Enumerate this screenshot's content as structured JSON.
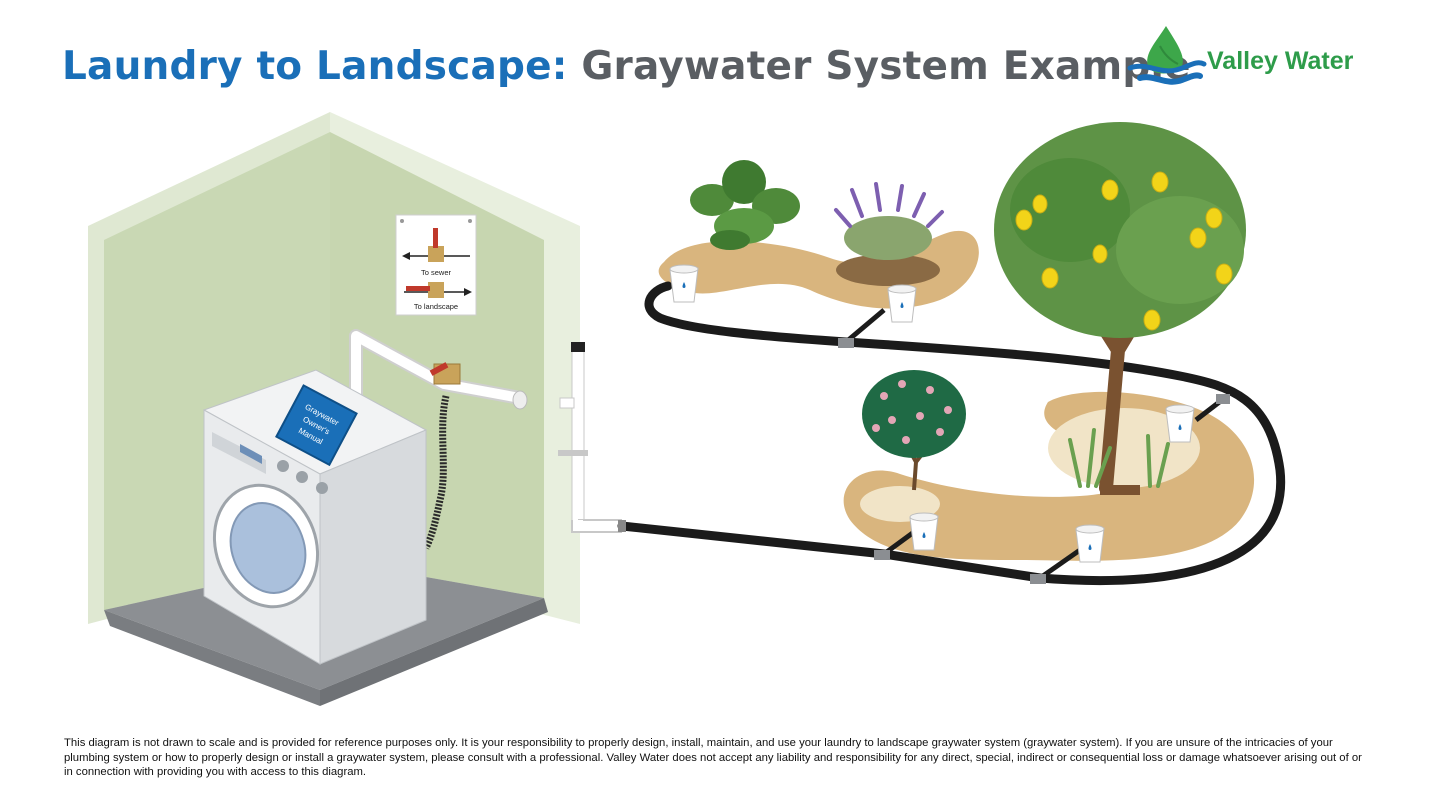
{
  "title": {
    "part1": "Laundry to Landscape:",
    "part2": "Graywater System Example"
  },
  "logo": {
    "text": "Valley Water",
    "icon": "water-drop-leaf-icon",
    "colors": {
      "green": "#3da74a",
      "blue": "#1a6fb8"
    }
  },
  "sign": {
    "label_sewer": "To sewer",
    "label_landscape": "To landscape"
  },
  "manual": {
    "line1": "Graywater",
    "line2": "Owner's",
    "line3": "Manual"
  },
  "disclaimer": "This diagram is not drawn to scale and is provided for reference purposes only. It is your responsibility to properly design, install, maintain, and use your laundry to landscape graywater system (graywater system). If you are unsure of the intricacies of your plumbing system or how to properly design or install a graywater system, please consult with a professional. Valley Water does not accept any liability and responsibility for any direct, special, indirect or consequential loss or damage whatsoever arising out of or in connection with providing you with access to this diagram.",
  "colors": {
    "title_blue": "#1a6fb8",
    "title_gray": "#5a5e63",
    "wall": "#c9d8b4",
    "mulch": "#d9b57e",
    "pipe": "#1b1b1b",
    "lemon": "#f2d419"
  }
}
